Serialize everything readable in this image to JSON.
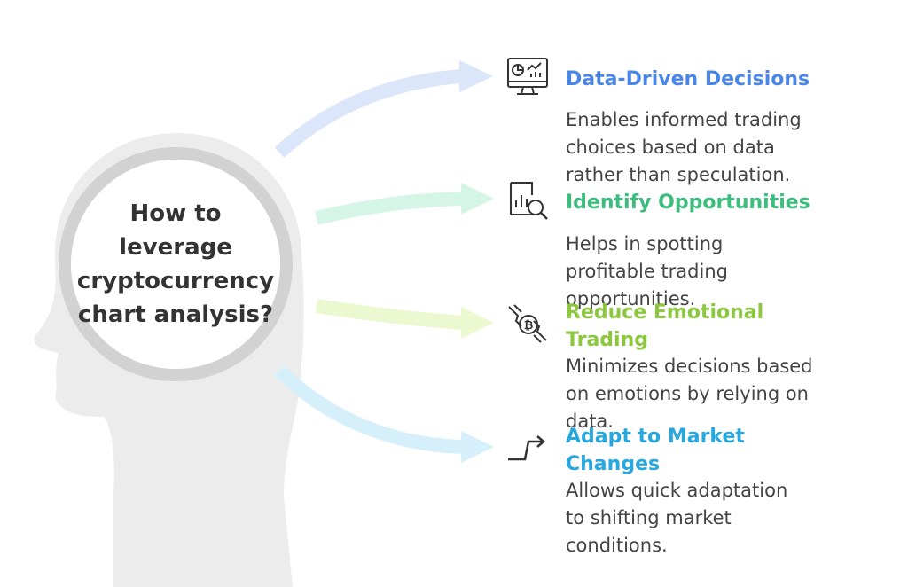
{
  "center": {
    "lines": [
      "How to",
      "leverage",
      "cryptocurrency",
      "chart analysis?"
    ]
  },
  "items": [
    {
      "icon": "monitor-chart-icon",
      "title_lines": [
        "Data-Driven Decisions"
      ],
      "desc_lines": [
        "Enables informed trading",
        "choices based on data",
        "rather than speculation."
      ],
      "color": "#4a86e8",
      "arrow_color": "#dbe6fa"
    },
    {
      "icon": "chart-search-icon",
      "title_lines": [
        "Identify Opportunities"
      ],
      "desc_lines": [
        "Helps in spotting",
        "profitable trading",
        "opportunities."
      ],
      "color": "#3dbd7d",
      "arrow_color": "#d5f5e6"
    },
    {
      "icon": "bitcoin-hand-icon",
      "title_lines": [
        "Reduce Emotional",
        "Trading"
      ],
      "desc_lines": [
        "Minimizes decisions based",
        "on emotions by relying on",
        "data."
      ],
      "color": "#8dc63f",
      "arrow_color": "#ecf8cf"
    },
    {
      "icon": "trend-arrow-icon",
      "title_lines": [
        "Adapt to Market",
        "Changes"
      ],
      "desc_lines": [
        "Allows quick adaptation",
        "to shifting market",
        "conditions."
      ],
      "color": "#29a8e0",
      "arrow_color": "#d6f0fb"
    }
  ],
  "colors": {
    "head": "#ececec",
    "head_ring": "#d2d2d2",
    "text_dark": "#333333",
    "icon_stroke": "#333333"
  }
}
